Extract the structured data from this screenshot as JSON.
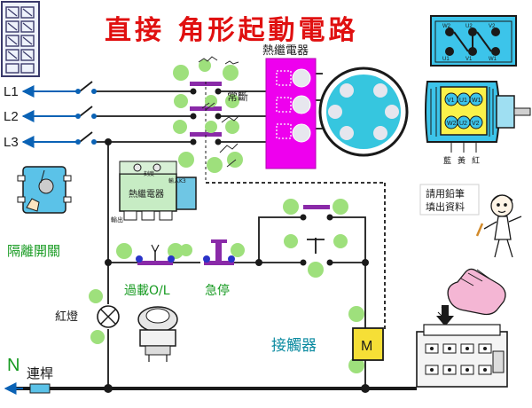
{
  "title": "直接 角形起動電路",
  "lines": {
    "l1": "L1",
    "l2": "L2",
    "l3": "L3"
  },
  "relay_title": "熱繼電器",
  "relay_device": {
    "face": "熱繼電器",
    "sub1": "刻度",
    "sub2": "輸入K3",
    "bottom": "輸出"
  },
  "isolator_label": "隔離開關",
  "overload_label": "過載O/L",
  "estop_label": "急停",
  "lamp_label": "紅燈",
  "contactor_label": "接觸器",
  "neutral_label": "N",
  "neutral_rod_label": "連桿",
  "coil_label": "M",
  "normally_closed_label": "常斷",
  "terminal_labels": [
    "V1",
    "U1",
    "W1",
    "W2",
    "U2",
    "V2"
  ],
  "terminal_box_labels": [
    "W2",
    "U2",
    "V2",
    "U1",
    "V1",
    "W1"
  ],
  "motor_colors": [
    "藍",
    "黃",
    "紅"
  ],
  "instruction": {
    "line1": "請用鉛筆",
    "line2": "填出資料"
  },
  "colors": {
    "wire": "#1a1a1a",
    "accent_title": "#e01010",
    "label_blue": "#0a62b5",
    "label_green": "#169a20",
    "relay_magenta": "#ee00ee",
    "motor_cyan": "#36c6df",
    "dot_green": "#9ee07c",
    "dot_blue": "#2a33c8",
    "terminal_box": "#3cc4ea",
    "terminal_yellow": "#fbf24a",
    "coil_yellow": "#f6df36"
  }
}
